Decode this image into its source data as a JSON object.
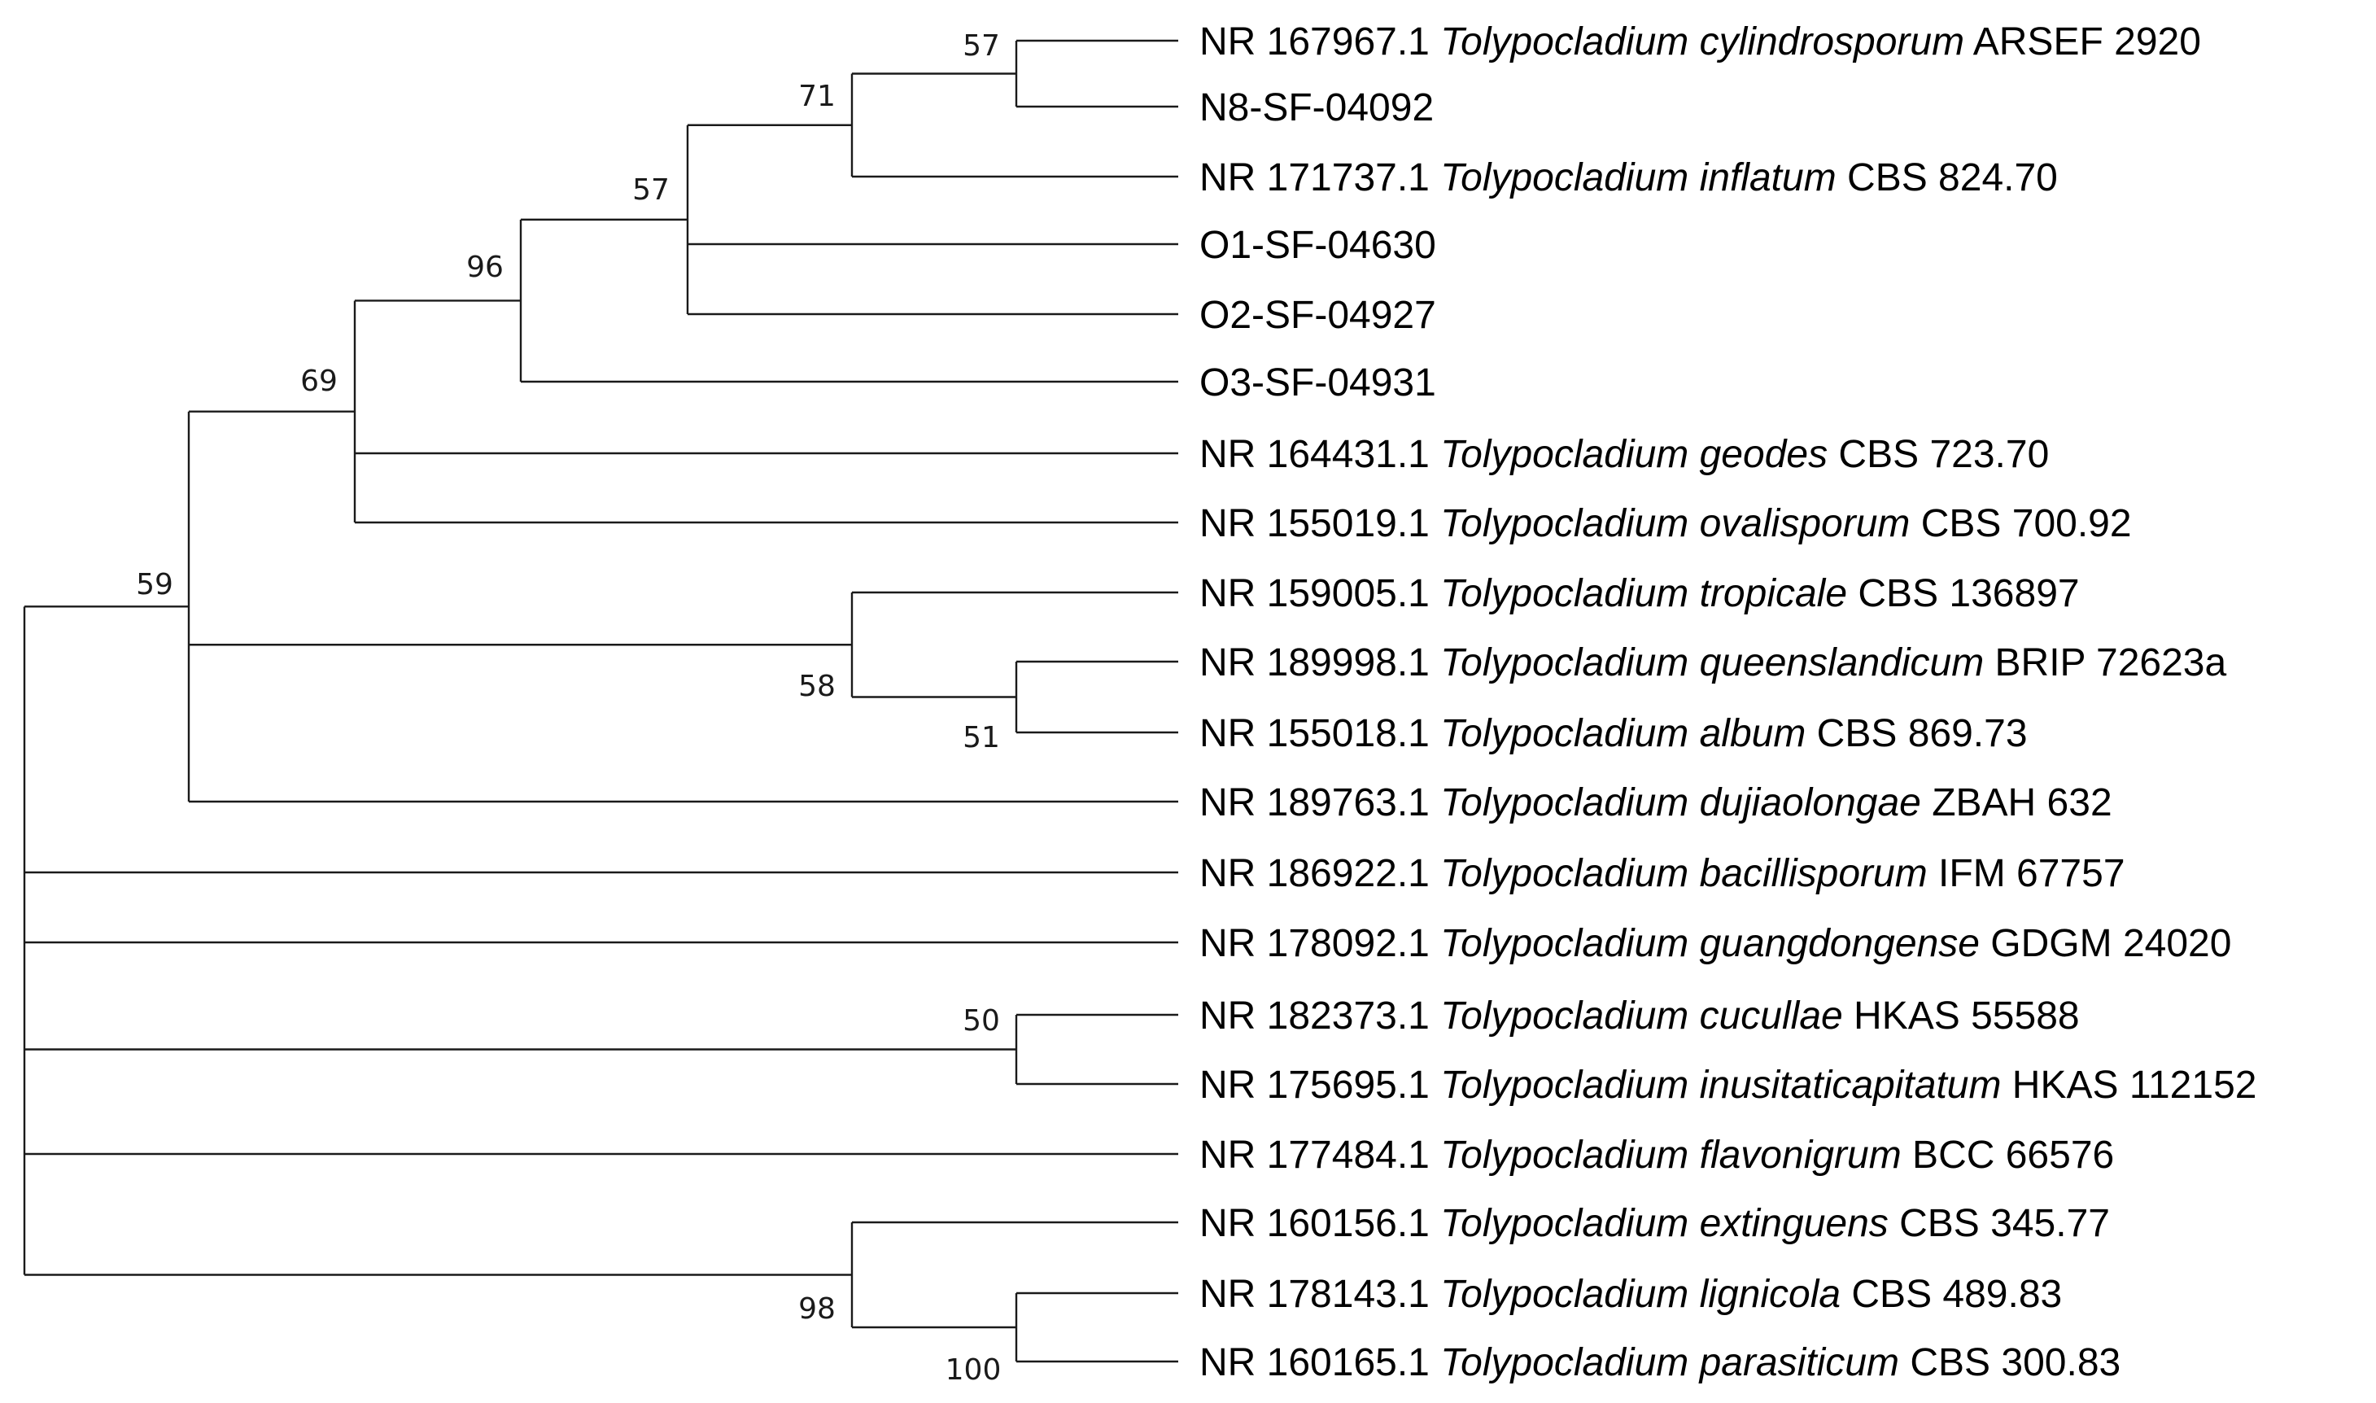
{
  "tree": {
    "leaves": [
      {
        "id": "L0",
        "accession": "NR 167967.1",
        "genus": "Tolypocladium",
        "species": "cylindrosporum",
        "strain": "ARSEF 2920"
      },
      {
        "id": "L1",
        "accession": "N8-SF-04092"
      },
      {
        "id": "L2",
        "accession": "NR 171737.1",
        "genus": "Tolypocladium",
        "species": "inflatum",
        "strain": "CBS 824.70"
      },
      {
        "id": "L3",
        "accession": "O1-SF-04630"
      },
      {
        "id": "L4",
        "accession": "O2-SF-04927"
      },
      {
        "id": "L5",
        "accession": "O3-SF-04931"
      },
      {
        "id": "L6",
        "accession": "NR 164431.1",
        "genus": "Tolypocladium",
        "species": "geodes",
        "strain": "CBS 723.70"
      },
      {
        "id": "L7",
        "accession": "NR 155019.1",
        "genus": "Tolypocladium",
        "species": "ovalisporum",
        "strain": "CBS 700.92"
      },
      {
        "id": "L8",
        "accession": "NR 159005.1",
        "genus": "Tolypocladium",
        "species": "tropicale",
        "strain": "CBS 136897"
      },
      {
        "id": "L9",
        "accession": "NR 189998.1",
        "genus": "Tolypocladium",
        "species": "queenslandicum",
        "strain": "BRIP 72623a"
      },
      {
        "id": "L10",
        "accession": "NR 155018.1",
        "genus": "Tolypocladium",
        "species": "album",
        "strain": "CBS 869.73"
      },
      {
        "id": "L11",
        "accession": "NR 189763.1",
        "genus": "Tolypocladium",
        "species": "dujiaolongae",
        "strain": "ZBAH 632"
      },
      {
        "id": "L12",
        "accession": "NR 186922.1",
        "genus": "Tolypocladium",
        "species": "bacillisporum",
        "strain": "IFM 67757"
      },
      {
        "id": "L13",
        "accession": "NR 178092.1",
        "genus": "Tolypocladium",
        "species": "guangdongense",
        "strain": "GDGM 24020"
      },
      {
        "id": "L14",
        "accession": "NR 182373.1",
        "genus": "Tolypocladium",
        "species": "cucullae",
        "strain": "HKAS 55588"
      },
      {
        "id": "L15",
        "accession": "NR 175695.1",
        "genus": "Tolypocladium",
        "species": "inusitaticapitatum",
        "strain": "HKAS 112152"
      },
      {
        "id": "L16",
        "accession": "NR 177484.1",
        "genus": "Tolypocladium",
        "species": "flavonigrum",
        "strain": "BCC 66576"
      },
      {
        "id": "L17",
        "accession": "NR 160156.1",
        "genus": "Tolypocladium",
        "species": "extinguens",
        "strain": "CBS 345.77"
      },
      {
        "id": "L18",
        "accession": "NR 178143.1",
        "genus": "Tolypocladium",
        "species": "lignicola",
        "strain": "CBS 489.83"
      },
      {
        "id": "L19",
        "accession": "NR 160165.1",
        "genus": "Tolypocladium",
        "species": "parasiticum",
        "strain": "CBS 300.83"
      }
    ],
    "clades": [
      {
        "id": "A",
        "children": [
          "L0",
          "L1"
        ],
        "support": "57"
      },
      {
        "id": "B",
        "children": [
          "A",
          "L2"
        ],
        "support": "71"
      },
      {
        "id": "C",
        "children": [
          "B",
          "L3",
          "L4"
        ],
        "support": "57"
      },
      {
        "id": "D",
        "children": [
          "C",
          "L5"
        ],
        "support": "96"
      },
      {
        "id": "E",
        "children": [
          "D",
          "L6",
          "L7"
        ],
        "support": "69"
      },
      {
        "id": "F",
        "children": [
          "L9",
          "L10"
        ],
        "support": "51"
      },
      {
        "id": "G",
        "children": [
          "L8",
          "F"
        ],
        "support": "58"
      },
      {
        "id": "H",
        "children": [
          "E",
          "G",
          "L11"
        ],
        "support": "59"
      },
      {
        "id": "I",
        "children": [
          "L14",
          "L15"
        ],
        "support": "50"
      },
      {
        "id": "J",
        "children": [
          "L18",
          "L19"
        ],
        "support": "100"
      },
      {
        "id": "K",
        "children": [
          "L17",
          "J"
        ],
        "support": "98"
      },
      {
        "id": "ROOT",
        "children": [
          "H",
          "L12",
          "L13",
          "I",
          "L16",
          "K"
        ]
      }
    ]
  },
  "colors": {
    "line": "#1a1a1a",
    "text": "#000000",
    "background": "#ffffff"
  }
}
